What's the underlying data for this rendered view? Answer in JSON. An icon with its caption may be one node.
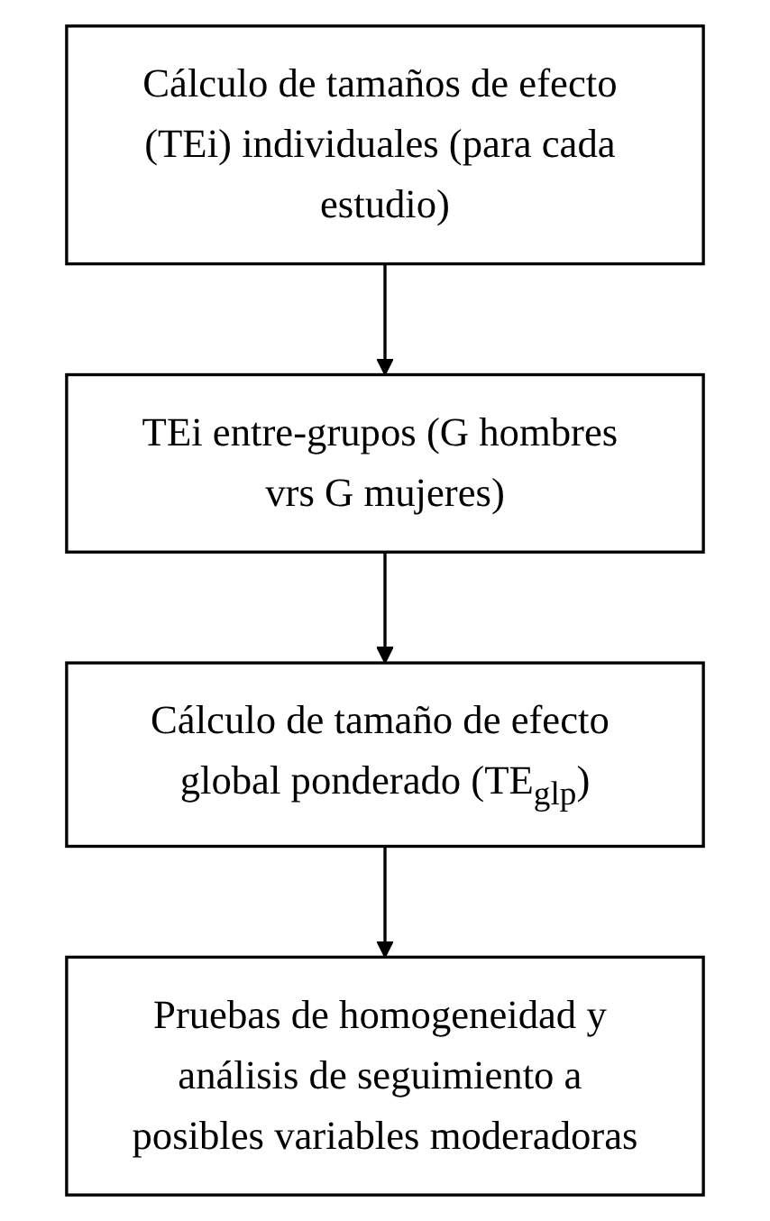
{
  "diagram": {
    "nodes": [
      {
        "text": [
          "Cálculo de tamaños de efecto (TEi) individuales (para cada estudio)"
        ]
      },
      {
        "text": [
          "TEi entre-grupos (G hombres vrs G mujeres)"
        ]
      },
      {
        "text": [
          "Cálculo de tamaño de efecto global ponderado (TE$_{glp}$)"
        ]
      },
      {
        "text": [
          "Pruebas de homogeneidad y análisis de seguimiento a posibles variables moderadoras"
        ]
      }
    ],
    "edges": [
      {
        "from": 0,
        "to": 1,
        "arrow": "to"
      },
      {
        "from": 1,
        "to": 2,
        "arrow": "to"
      },
      {
        "from": 2,
        "to": 3,
        "arrow": "to"
      }
    ]
  }
}
